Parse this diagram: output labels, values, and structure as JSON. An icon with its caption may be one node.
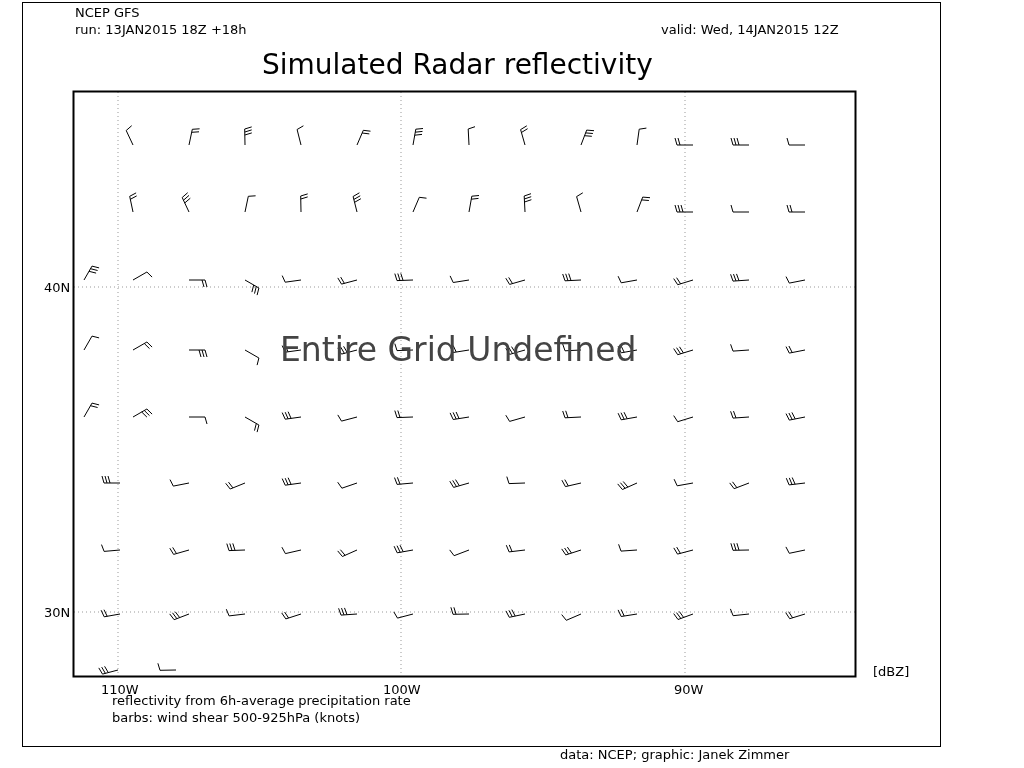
{
  "diagram": {
    "title": "Simulated Radar reflectivity",
    "labels": [
      "NCEP GFS",
      "run: 13JAN2015 18Z +18h",
      "valid: Wed, 14JAN2015 12Z",
      "40N",
      "30N",
      "Entire Grid Undefined",
      "110W",
      "100W",
      "90W",
      "[dBZ]",
      "reflectivity from 6h-average precipitation rate",
      "barbs: wind shear 500-925hPa (knots)",
      "data: NCEP; graphic: Janek Zimmer"
    ]
  }
}
